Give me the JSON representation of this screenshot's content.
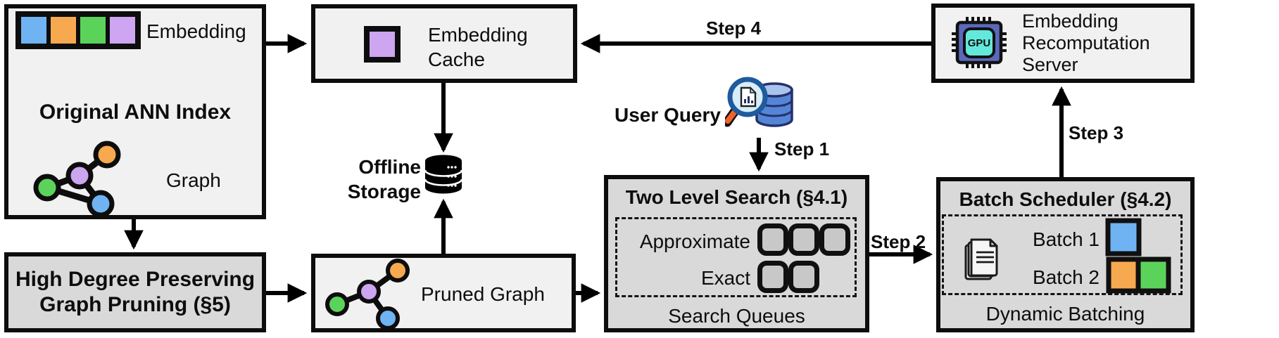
{
  "colors": {
    "blue": "#6FB3F2",
    "orange": "#F7A94F",
    "green": "#5BD35B",
    "purple": "#CDA5F0",
    "chip_body": "#5A69BC",
    "chip_core": "#63E9DB",
    "db_blue": "#5585D6",
    "db_blue_light": "#A9C3EC",
    "db_outline": "#26306B",
    "magnifier_rim": "#1E5A9E",
    "magnifier_lens": "#D8EDF8",
    "handle_orange": "#F2622A",
    "box_light": "#f1f1f1",
    "box_dark": "#d9d9d9"
  },
  "boxes": {
    "original_ann_index": {
      "title": "Original ANN Index",
      "embedding_label": "Embedding",
      "graph_label": "Graph"
    },
    "embedding_cache": {
      "title": "Embedding Cache"
    },
    "offline_storage": {
      "label": "Offline Storage"
    },
    "user_query": {
      "label": "User Query"
    },
    "two_level_search": {
      "title": "Two Level Search (§4.1)",
      "approximate_label": "Approximate",
      "exact_label": "Exact",
      "footer": "Search Queues"
    },
    "batch_scheduler": {
      "title": "Batch Scheduler (§4.2)",
      "batch1_label": "Batch 1",
      "batch2_label": "Batch 2",
      "footer": "Dynamic Batching"
    },
    "embedding_recomputation_server": {
      "title": "Embedding Recomputation Server",
      "chip_label": "GPU"
    },
    "graph_pruning": {
      "title": "High Degree Preserving Graph Pruning (§5)"
    },
    "pruned_graph": {
      "label": "Pruned Graph"
    }
  },
  "steps": {
    "step1": "Step 1",
    "step2": "Step 2",
    "step3": "Step 3",
    "step4": "Step 4"
  }
}
